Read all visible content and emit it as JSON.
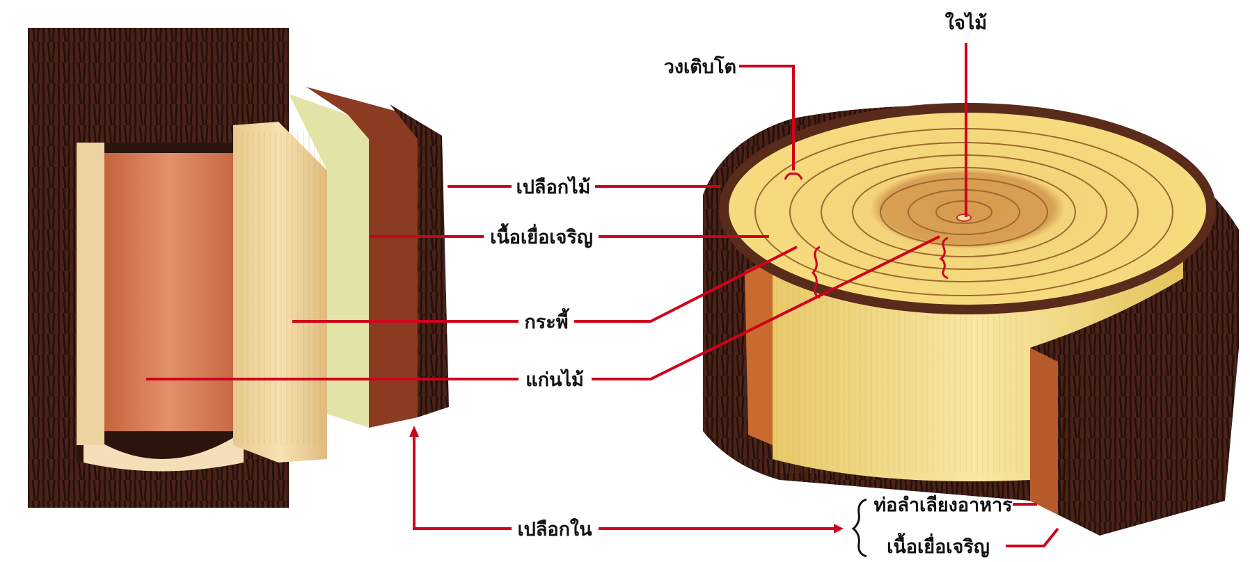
{
  "labels": {
    "heartwood_center": "ใจไม้",
    "growth_ring": "วงเติบโต",
    "outer_bark": "เปลือกไม้",
    "cambium": "เนื้อเยื่อเจริญ",
    "sapwood": "กระพี้",
    "heartwood": "แก่นไม้",
    "inner_bark": "เปลือกใน",
    "phloem": "ท่อลำเลียงอาหาร",
    "cambium_bottom": "เนื้อเยื่อเจริญ"
  },
  "colors": {
    "leader_line": "#d0021b",
    "bark_dark": "#3a1a12",
    "bark_mid": "#5c2a1e",
    "heartwood": "#d9825a",
    "sapwood": "#f2d49a",
    "cambium": "#e6e0a8",
    "inner_bark": "#8c3f24",
    "stump_top": "#f5d46b",
    "stump_core": "#c98a45",
    "stump_side": "#f3de84"
  }
}
